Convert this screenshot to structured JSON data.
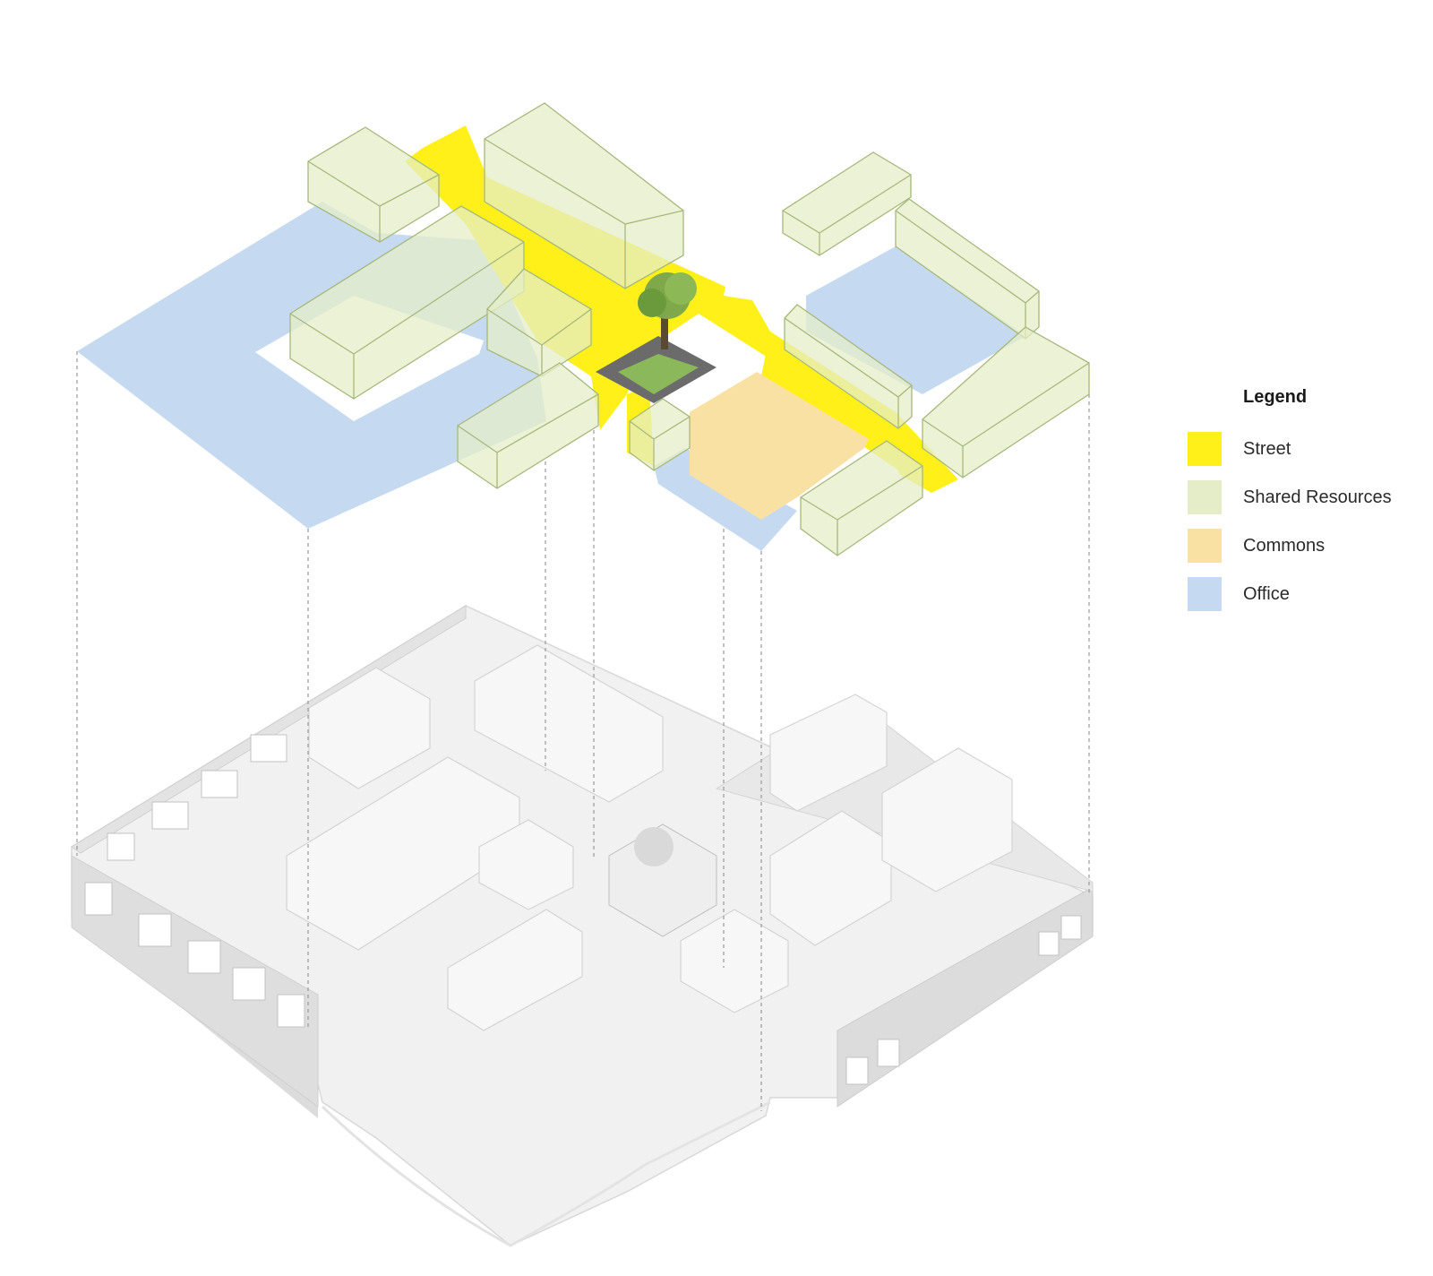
{
  "legend": {
    "title": "Legend",
    "items": [
      {
        "label": "Street",
        "color": "#fff01a"
      },
      {
        "label": "Shared Resources",
        "color": "#e4edc7"
      },
      {
        "label": "Commons",
        "color": "#f9e1a4"
      },
      {
        "label": "Office",
        "color": "#c5d9f1"
      }
    ]
  },
  "colors": {
    "street": "#fff01a",
    "shared_resources": "#e4edc7",
    "commons": "#f9e1a4",
    "office": "#c5d9f1",
    "building_shell": "#e6e6e6",
    "tree": "#7ea84a"
  }
}
